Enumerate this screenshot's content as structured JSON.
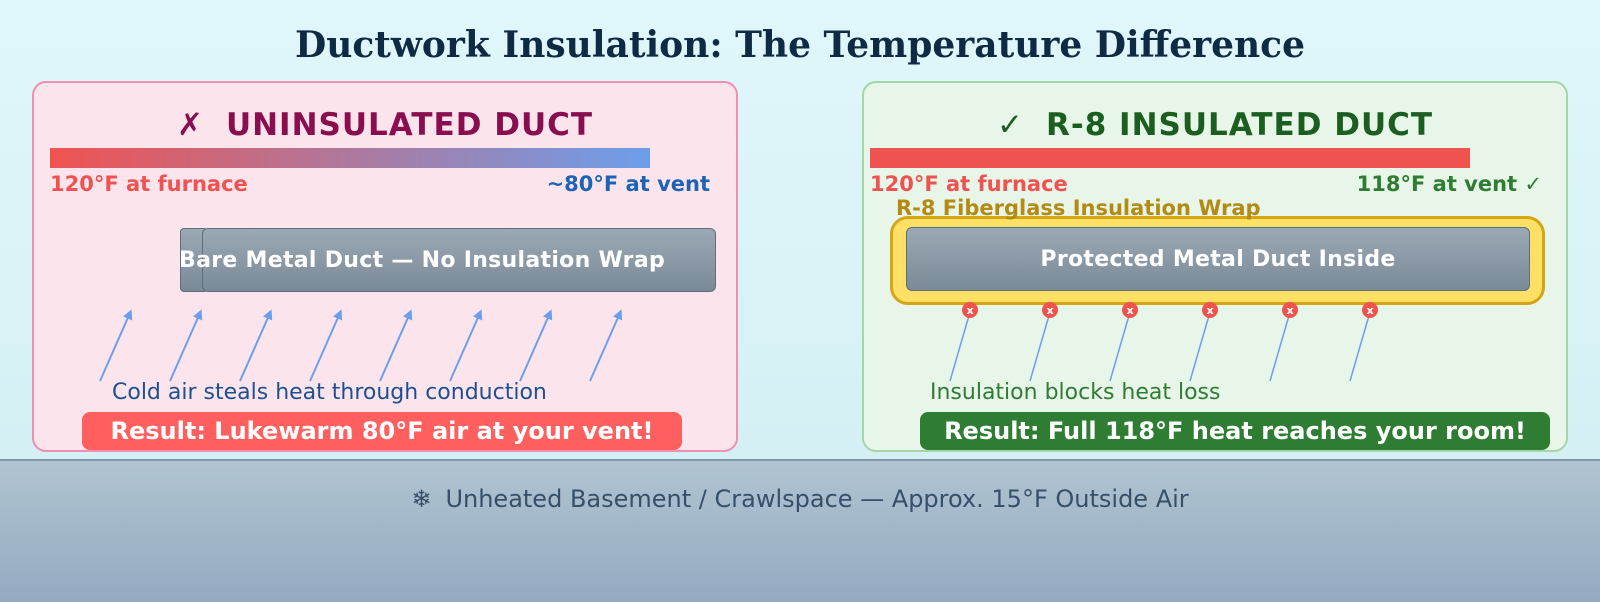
{
  "title": "Ductwork Insulation: The Temperature Difference",
  "colors": {
    "hot": "#ef5350",
    "cold_arrow": "#6d9eeb",
    "insulation": "#ffe066",
    "bad_accent": "#880e4f",
    "good_accent": "#1b5e20"
  },
  "uninsulated": {
    "mark": "✗",
    "heading": "UNINSULATED DUCT",
    "temp_start": "120°F at furnace",
    "temp_end": "~80°F at vent",
    "duct_label": "Bare Metal Duct — No Insulation Wrap",
    "caption": "Cold air steals heat through conduction",
    "result": "Result: Lukewarm 80°F air at your vent!",
    "heat_loss_arrows": 8
  },
  "insulated": {
    "mark": "✓",
    "heading": "R-8 INSULATED DUCT",
    "temp_start": "120°F at furnace",
    "temp_end": "118°F at vent ✓",
    "wrap_label": "R-8 Fiberglass Insulation Wrap",
    "duct_label": "Protected Metal Duct Inside",
    "caption": "Insulation blocks heat loss",
    "result": "Result: Full 118°F heat reaches your room!",
    "blocked_arrows": 6,
    "blocked_mark": "x"
  },
  "environment": {
    "icon": "snowflake-icon",
    "snow": "❄",
    "label": "Unheated Basement / Crawlspace  —  Approx. 15°F Outside Air"
  }
}
